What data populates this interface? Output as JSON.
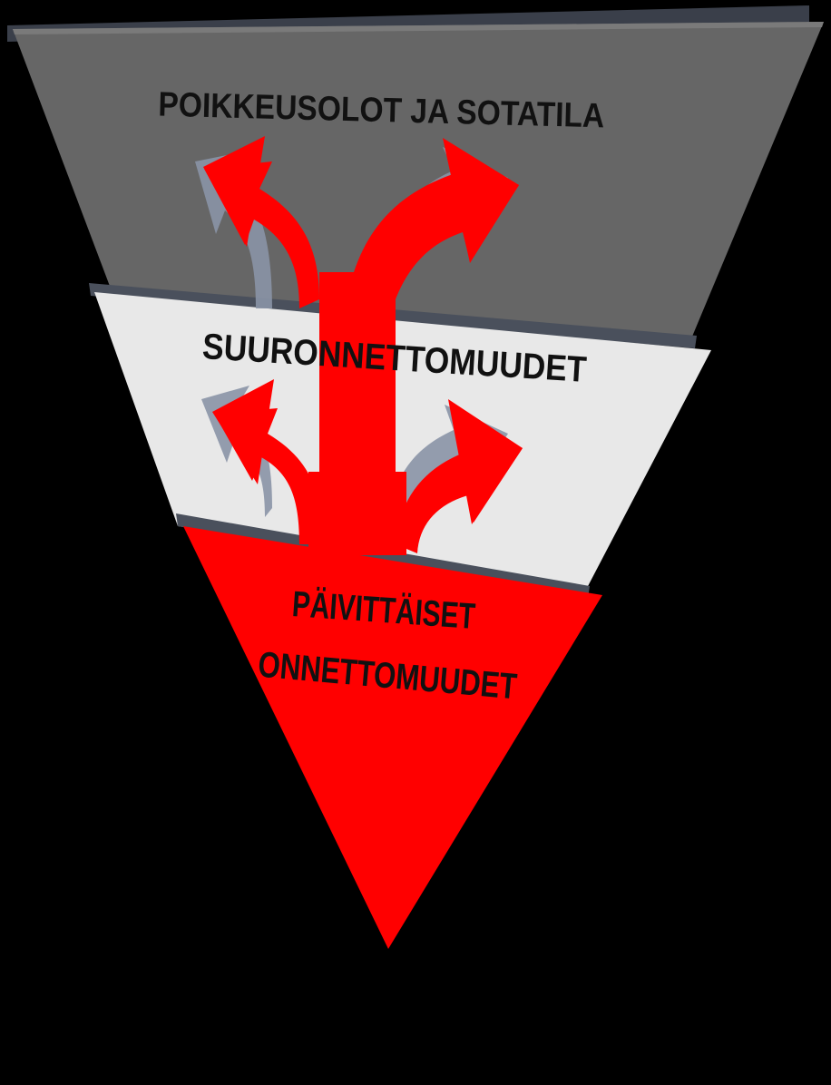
{
  "diagram": {
    "levels": [
      {
        "id": "top",
        "label": "POIKKEUSOLOT JA SOTATILA",
        "fill": "#666666"
      },
      {
        "id": "middle",
        "label": "SUURONNETTOMUUDET",
        "fill": "#e8e8e8"
      },
      {
        "id": "bottom",
        "label_line1": "PÄIVITTÄISET",
        "label_line2": "ONNETTOMUUDET",
        "fill": "#ff0000"
      }
    ],
    "arrows": {
      "color": "#ff0000",
      "shadow_color": "#8a93a6"
    },
    "background": "#000000"
  }
}
